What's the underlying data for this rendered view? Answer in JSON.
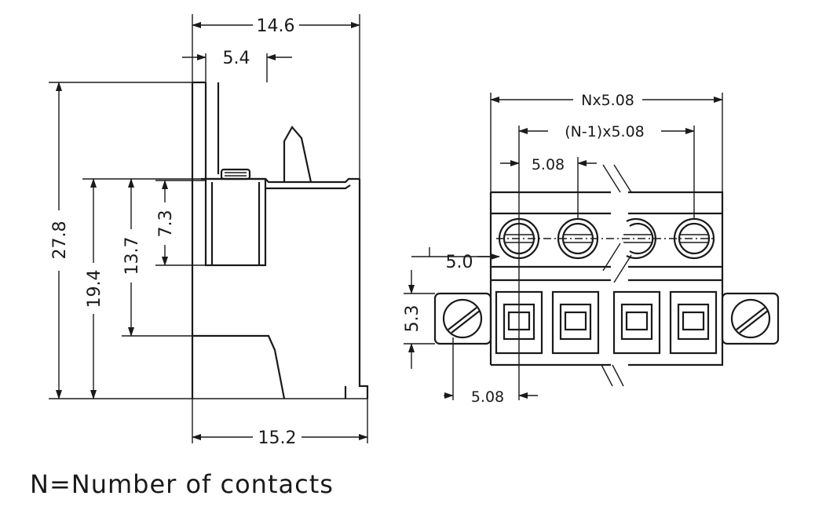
{
  "side_view": {
    "dim_top_width": "14.6",
    "dim_lever_width": "5.4",
    "dim_bottom_width": "15.2",
    "dim_total_height": "27.8",
    "dim_height_19": "19.4",
    "dim_height_13": "13.7",
    "dim_height_7": "7.3"
  },
  "front_view": {
    "dim_total_pitch": "Nx5.08",
    "dim_inner_pitch": "(N-1)x5.08",
    "dim_pitch_top": "5.08",
    "dim_screw_offset": "5.0",
    "dim_flange_height": "5.3",
    "dim_pitch_bottom": "5.08"
  },
  "footnote": "N=Number of contacts"
}
